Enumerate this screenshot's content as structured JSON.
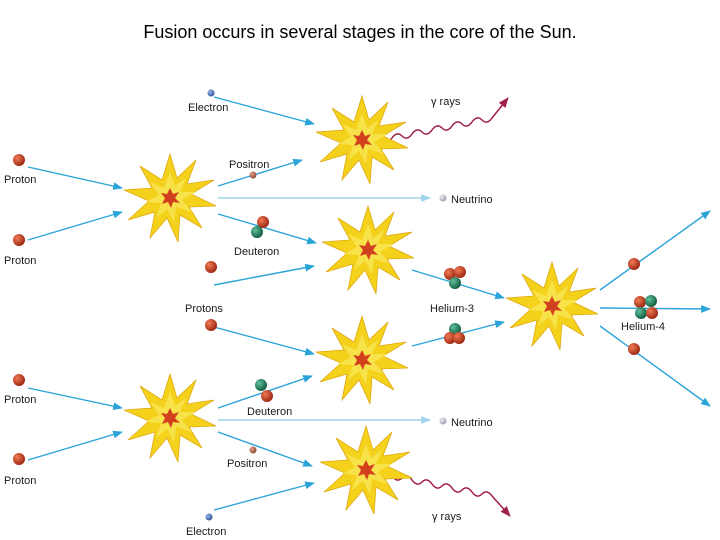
{
  "title": "Fusion occurs in several stages in the core of the Sun.",
  "labels": {
    "electron_top": "Electron",
    "gamma_top": "γ rays",
    "proton_1": "Proton",
    "positron_top": "Positron",
    "neutrino_top": "Neutrino",
    "proton_2": "Proton",
    "deuteron_top": "Deuteron",
    "protons": "Protons",
    "helium3": "Helium-3",
    "helium4": "Helium-4",
    "proton_3": "Proton",
    "deuteron_bottom": "Deuteron",
    "neutrino_bottom": "Neutrino",
    "positron_bottom": "Positron",
    "proton_4": "Proton",
    "electron_bottom": "Electron",
    "gamma_bottom": "γ rays"
  },
  "colors": {
    "proton": "#b8321a",
    "neutron": "#1e7a5a",
    "electron": "#4a6fb5",
    "positron": "#b06a50",
    "neutrino": "#b8b8c8",
    "arrow": "#2aa3d8",
    "arrow_light": "#9fd4ea",
    "gamma": "#a0204a",
    "burst_outer": "#f4d21c",
    "burst_inner": "#d2401e"
  }
}
